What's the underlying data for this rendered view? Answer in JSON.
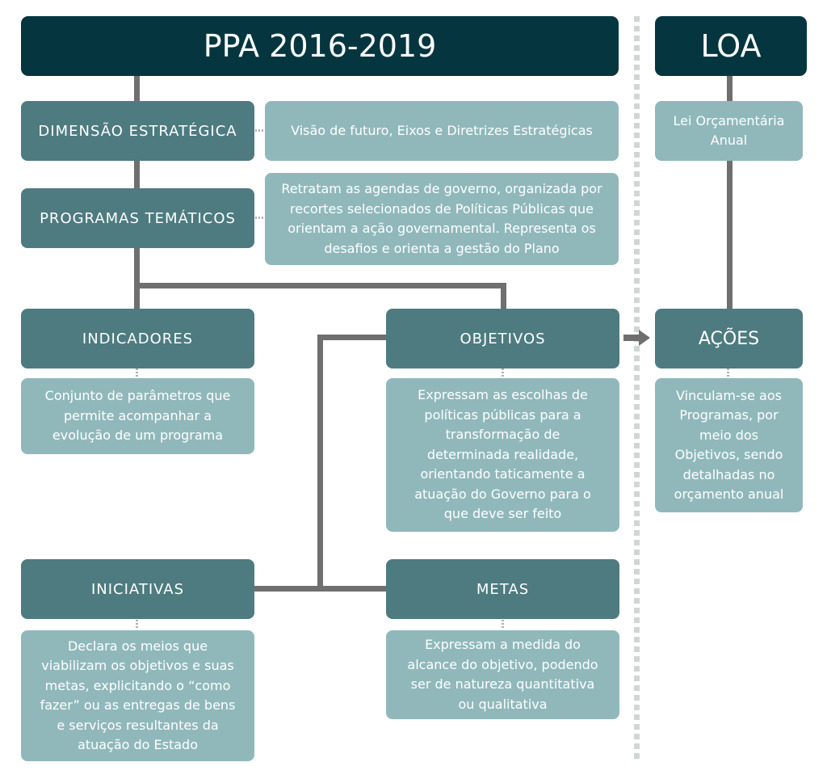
{
  "ppa": {
    "title": "PPA 2016-2019",
    "dimensao": {
      "label": "DIMENSÃO ESTRATÉGICA",
      "desc": "Visão de futuro, Eixos e Diretrizes Estratégicas"
    },
    "programas": {
      "label": "PROGRAMAS TEMÁTICOS",
      "desc": "Retratam as agendas de governo, organizada por recortes selecionados de Políticas Públicas que orientam a ação governamental. Representa os desafios e orienta a gestão do Plano"
    },
    "indicadores": {
      "label": "INDICADORES",
      "desc": "Conjunto de parâmetros que permite acompanhar a evolução de um programa"
    },
    "objetivos": {
      "label": "OBJETIVOS",
      "desc": "Expressam as escolhas de políticas públicas para a transformação de determinada realidade, orientando taticamente a atuação do Governo para o que deve ser feito"
    },
    "iniciativas": {
      "label": "INICIATIVAS",
      "desc": "Declara os meios que viabilizam os objetivos e suas metas, explicitando o “como fazer” ou as entregas de bens e serviços resultantes da atuação do Estado"
    },
    "metas": {
      "label": "METAS",
      "desc": "Expressam a medida do alcance do objetivo, podendo ser de natureza quantitativa ou qualitativa"
    }
  },
  "loa": {
    "title": "LOA",
    "lei": "Lei Orçamentária Anual",
    "acoes": {
      "label": "AÇÕES",
      "desc": "Vinculam-se aos Programas, por meio dos Objetivos, sendo detalhadas no orçamento anual"
    }
  },
  "colors": {
    "header": "#053640",
    "dark_box": "#4d7b80",
    "light_box": "#90b8bb",
    "connector": "#6f6f6f"
  }
}
